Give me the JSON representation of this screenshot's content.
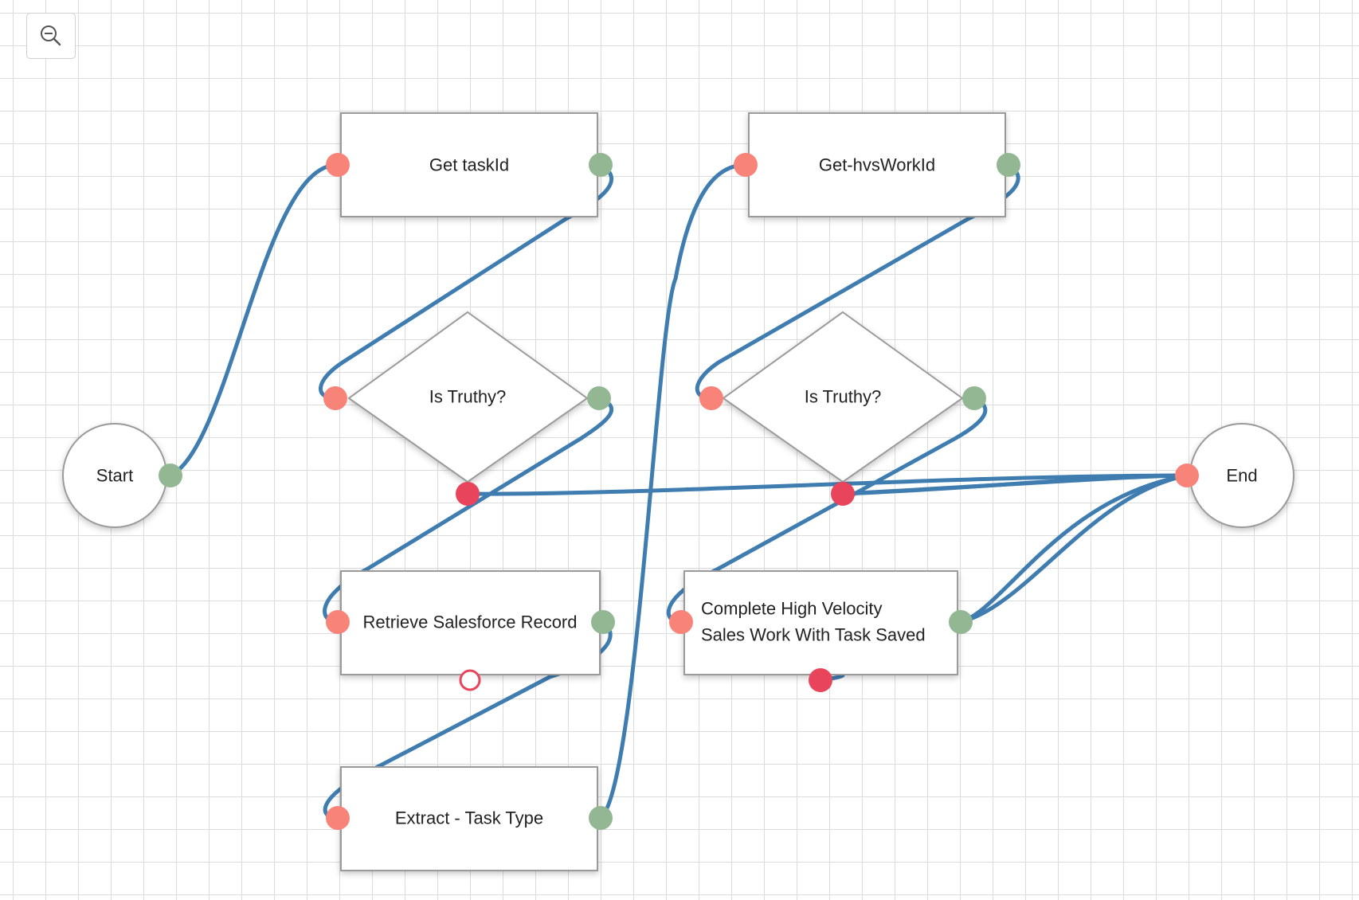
{
  "toolbar": {
    "zoom_out_icon": "zoom-out-icon"
  },
  "colors": {
    "connector": "#3f7cb0",
    "input_port": "#f88379",
    "output_port": "#93b793",
    "error_port": "#e8455c",
    "node_border": "#9a9a9a",
    "grid": "#dcdcdc"
  },
  "nodes": {
    "start": {
      "label": "Start"
    },
    "end": {
      "label": "End"
    },
    "get_taskid": {
      "label": "Get taskId"
    },
    "get_hvsworkid": {
      "label": "Get-hvsWorkId"
    },
    "truthy_1": {
      "label": "Is Truthy?"
    },
    "truthy_2": {
      "label": "Is Truthy?"
    },
    "retrieve_sf": {
      "label": "Retrieve Salesforce Record"
    },
    "complete_hv": {
      "label_line1": "Complete High Velocity",
      "label_line2": "Sales Work With Task Saved"
    },
    "extract_task": {
      "label": "Extract - Task Type"
    }
  }
}
